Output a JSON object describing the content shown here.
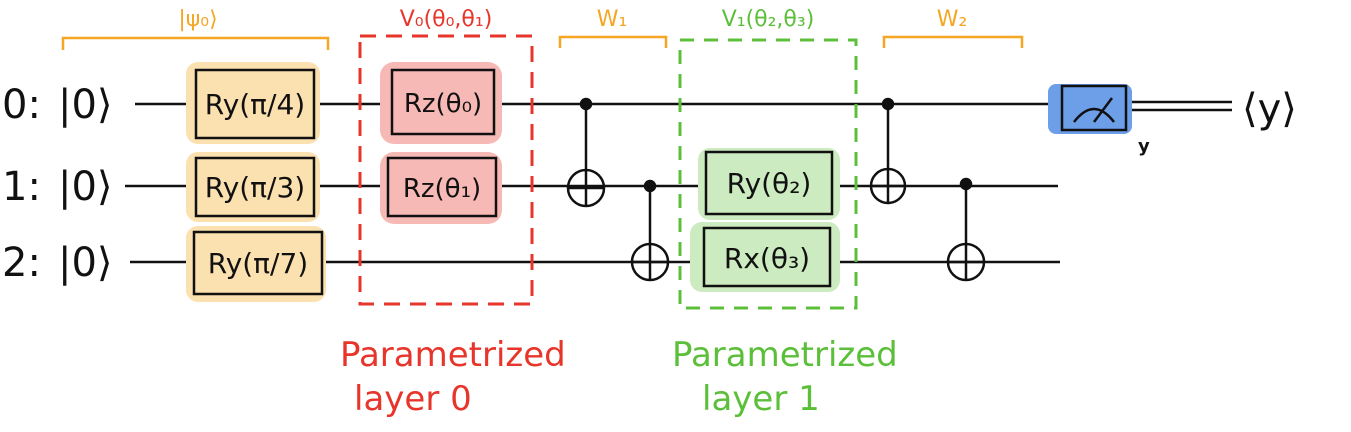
{
  "qubits": [
    {
      "label": "0:",
      "ket": "|0⟩"
    },
    {
      "label": "1:",
      "ket": "|0⟩"
    },
    {
      "label": "2:",
      "ket": "|0⟩"
    }
  ],
  "groups": {
    "psi0": "|ψ₀⟩",
    "v0": "V₀(θ₀,θ₁)",
    "w1": "W₁",
    "v1": "V₁(θ₂,θ₃)",
    "w2": "W₂"
  },
  "gates": {
    "ry_pi4": "Ry(π/4)",
    "ry_pi3": "Ry(π/3)",
    "ry_pi7": "Ry(π/7)",
    "rz_t0": "Rz(θ₀)",
    "rz_t1": "Rz(θ₁)",
    "ry_t2": "Ry(θ₂)",
    "rx_t3": "Rx(θ₃)"
  },
  "measure": {
    "symbol": "↗",
    "sub": "y"
  },
  "output": "⟨y⟩",
  "layer0_caption": [
    "Parametrized",
    "layer 0"
  ],
  "layer1_caption": [
    "Parametrized",
    "layer 1"
  ],
  "colors": {
    "orange": "#f5a623",
    "orange_fill": "#fbe0b0",
    "red": "#e8352b",
    "red_fill": "#f7b9b5",
    "green": "#5cbf3a",
    "green_fill": "#cdebc0",
    "blue_fill": "#6d9ee8",
    "ink": "#111111"
  }
}
